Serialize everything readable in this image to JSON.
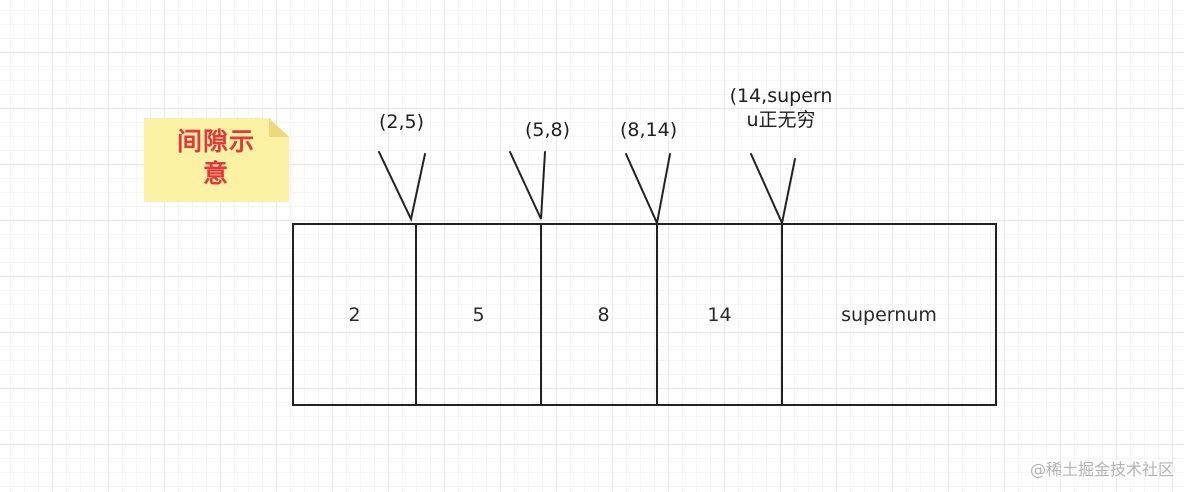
{
  "note": {
    "line1": "间隙示",
    "line2": "意"
  },
  "cells": [
    "2",
    "5",
    "8",
    "14",
    "supernum"
  ],
  "gaps": [
    {
      "label": "(2,5)"
    },
    {
      "label": "(5,8)"
    },
    {
      "label": "(8,14)"
    },
    {
      "label_line1": "(14,supern",
      "label_line2": "u正无穷"
    }
  ],
  "watermark": "@稀土掘金技术社区",
  "colors": {
    "note_bg": "#fdf1a6",
    "note_text": "#e5383b",
    "stroke": "#222222"
  }
}
